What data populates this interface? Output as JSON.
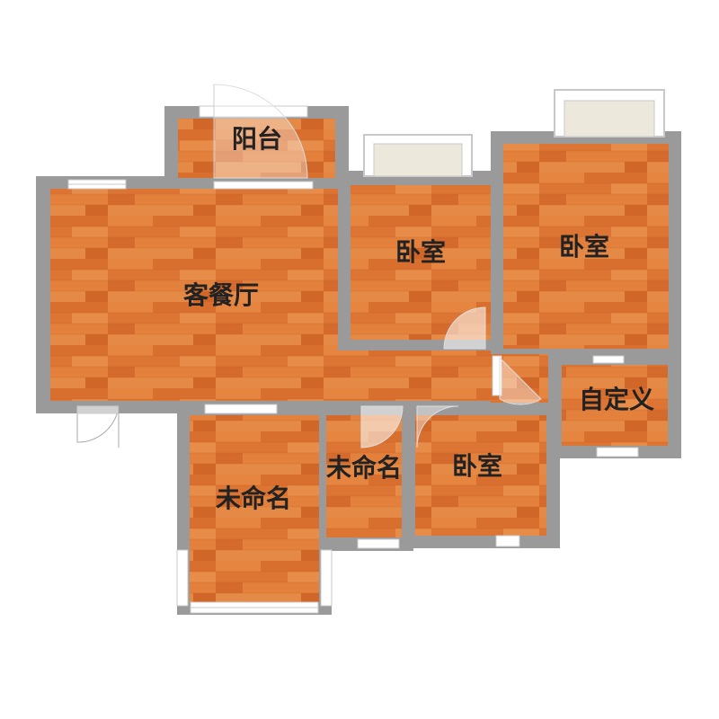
{
  "floor_plan": {
    "rooms": [
      {
        "id": "balcony",
        "label": "阳台"
      },
      {
        "id": "living-dining",
        "label": "客餐厅"
      },
      {
        "id": "bedroom-middle",
        "label": "卧室"
      },
      {
        "id": "bedroom-right",
        "label": "卧室"
      },
      {
        "id": "custom",
        "label": "自定义"
      },
      {
        "id": "unnamed-left",
        "label": "未命名"
      },
      {
        "id": "unnamed-middle",
        "label": "未命名"
      },
      {
        "id": "bedroom-bottom",
        "label": "卧室"
      }
    ]
  },
  "colors": {
    "wall": "#9a9a9a",
    "floor": "#e07a33",
    "floor_plank_light": "#ea8f4c",
    "floor_plank_dark": "#c9622a",
    "window_frame": "#c8c8c8",
    "window_glass": "#ece8dc",
    "door_swing": "#ffffff",
    "label": "#222222"
  }
}
